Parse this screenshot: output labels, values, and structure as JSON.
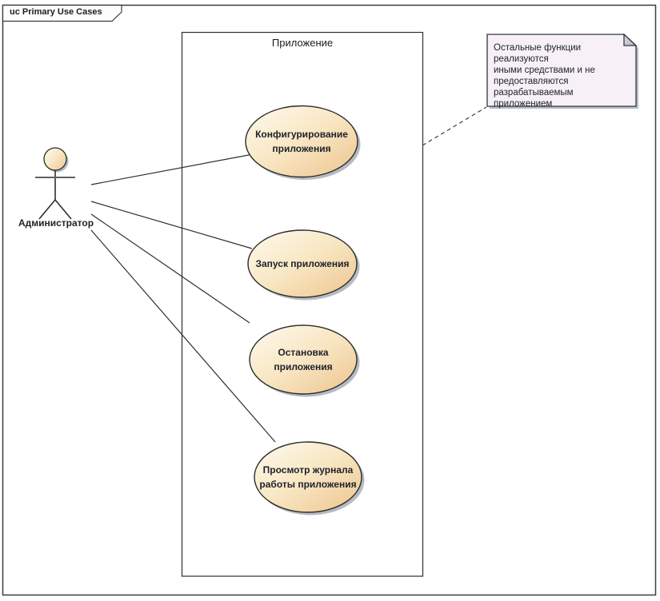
{
  "frame": {
    "title": "uc Primary Use Cases"
  },
  "system_boundary": {
    "label": "Приложение"
  },
  "actor": {
    "label": "Администратор"
  },
  "use_cases": [
    {
      "label": "Конфигурирование\nприложения"
    },
    {
      "label": "Запуск приложения"
    },
    {
      "label": "Остановка\nприложения"
    },
    {
      "label": "Просмотр журнала\nработы приложения"
    }
  ],
  "note": {
    "text": "Остальные функции реализуются\nиными средствами и не\nпредоставляются\nразрабатываемым приложением"
  },
  "connectors": {
    "actor_associations": 4,
    "note_link_style": "dashed"
  },
  "colors": {
    "ellipse_gradient_start": "#FEFAEE",
    "ellipse_gradient_end": "#EDC48F",
    "ellipse_border": "#2b2b2b",
    "note_fill": "#F7F1F7",
    "note_fold": "#C9C2CC",
    "shadow": "#A8AEB8",
    "line": "#2f2f2f",
    "background": "#ffffff"
  }
}
